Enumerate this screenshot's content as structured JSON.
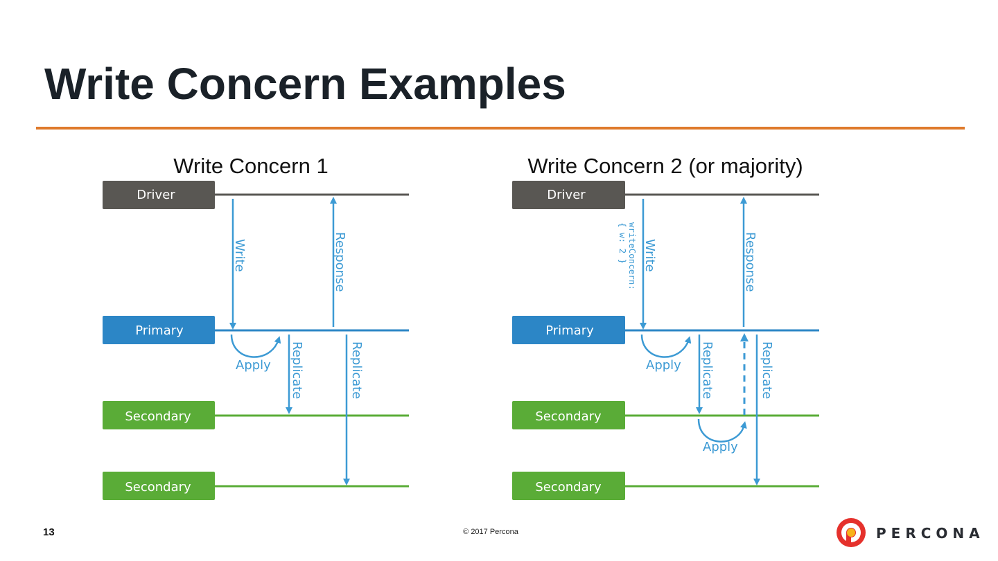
{
  "slide": {
    "title": "Write Concern Examples",
    "page_number": "13",
    "copyright": "© 2017 Percona",
    "logo_text": "PERCONA"
  },
  "colors": {
    "accent_rule": "#df7a2b",
    "driver": "#595753",
    "primary": "#2c86c6",
    "secondary": "#5aac37",
    "arrow": "#3c9ad4"
  },
  "diagrams": [
    {
      "heading": "Write Concern 1",
      "nodes": {
        "driver": "Driver",
        "primary": "Primary",
        "secondary_1": "Secondary",
        "secondary_2": "Secondary"
      },
      "arrows": {
        "write": "Write",
        "response": "Response",
        "apply": "Apply",
        "replicate_1": "Replicate",
        "replicate_2": "Replicate"
      }
    },
    {
      "heading": "Write Concern 2 (or majority)",
      "nodes": {
        "driver": "Driver",
        "primary": "Primary",
        "secondary_1": "Secondary",
        "secondary_2": "Secondary"
      },
      "arrows": {
        "write": "Write",
        "write_concern_1": "writeConcern:",
        "write_concern_2": "{ w: 2 }",
        "response": "Response",
        "apply_primary": "Apply",
        "apply_secondary": "Apply",
        "replicate_1": "Replicate",
        "replicate_2": "Replicate"
      }
    }
  ]
}
